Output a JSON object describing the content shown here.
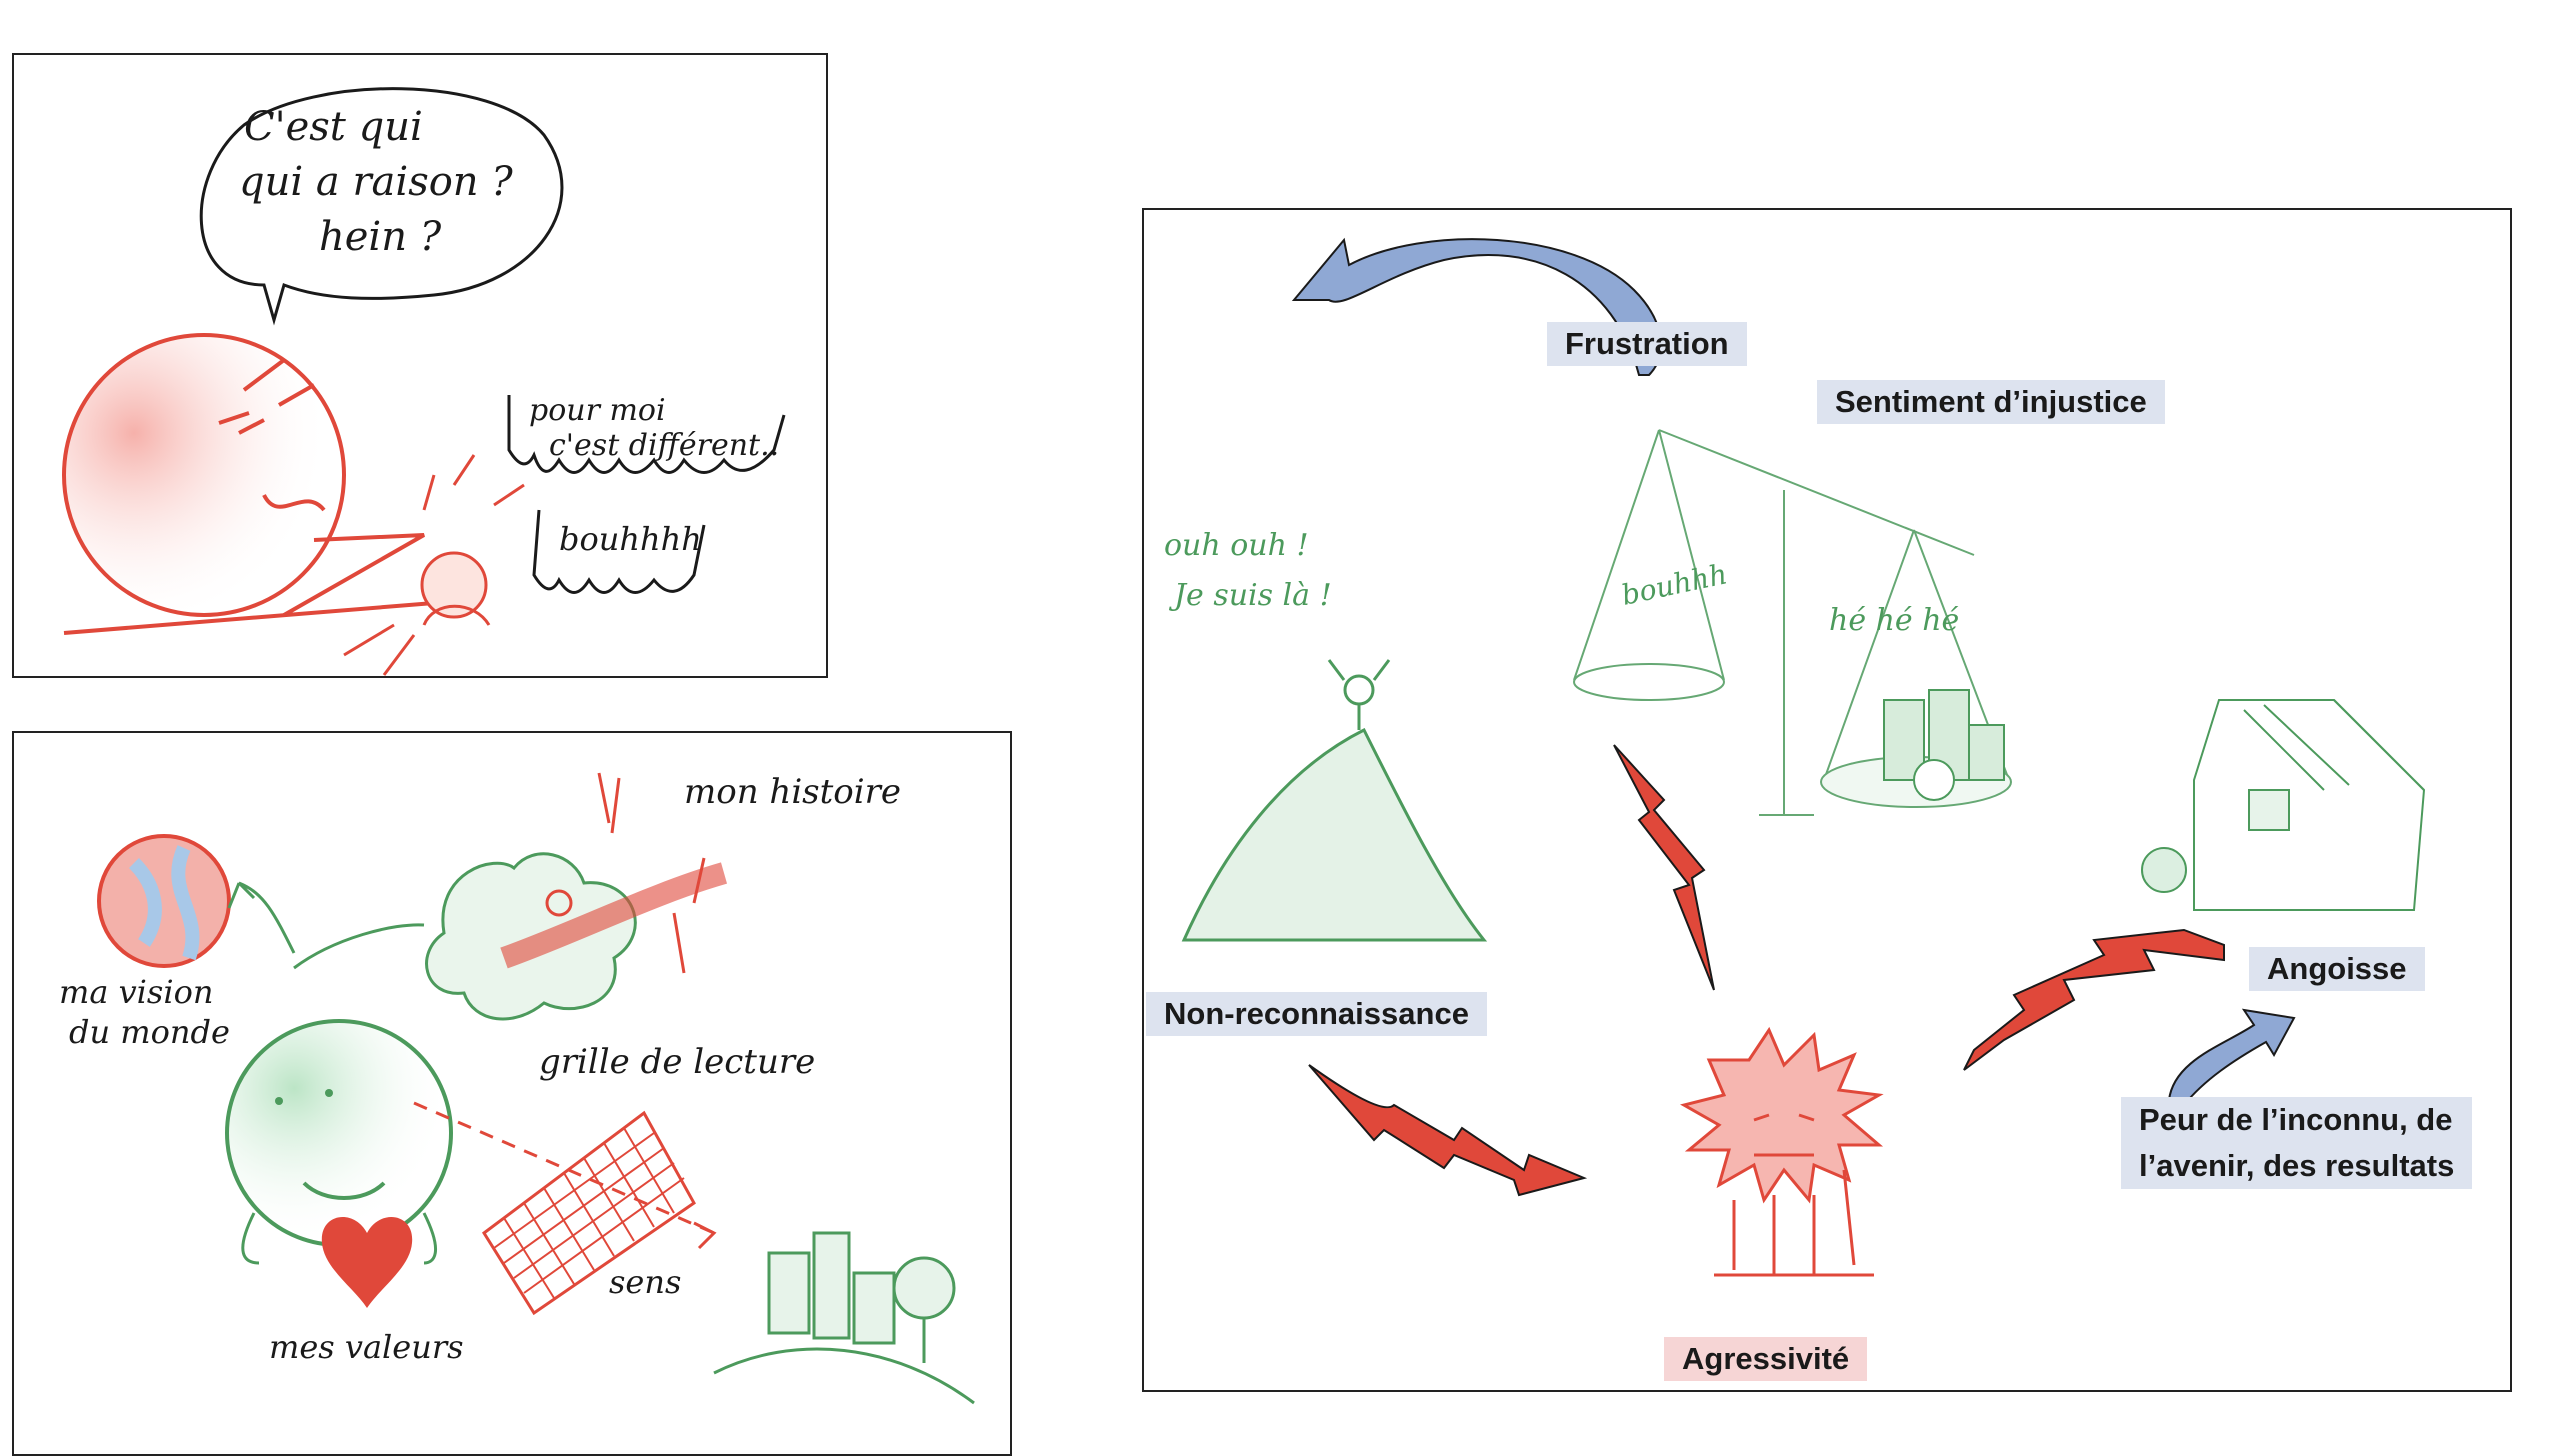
{
  "panel_a": {
    "speech_main": [
      "C'est qui",
      "qui a raison ?",
      "hein ?"
    ],
    "speech_small_1": [
      "pour moi",
      "c'est différent.."
    ],
    "speech_small_2": "bouhhhh"
  },
  "panel_b": {
    "label_vision": [
      "ma vision",
      "du monde"
    ],
    "label_histoire": "mon histoire",
    "label_grille": "grille de lecture",
    "label_sens": "sens",
    "label_valeurs": "mes valeurs"
  },
  "panel_c": {
    "frustration": "Frustration",
    "injustice": "Sentiment d’injustice",
    "non_reconnaissance": "Non-reconnaissance",
    "angoisse": "Angoisse",
    "peur": [
      "Peur de l’inconnu, de",
      "l’avenir, des resultats"
    ],
    "agressivite": "Agressivité",
    "hand_oh": [
      "ouh ouh !",
      "Je suis là !"
    ],
    "hand_bouhh": "bouhhh",
    "hand_hehe": "hé hé hé"
  },
  "colors": {
    "red": "#e0483a",
    "green": "#4c9a5c",
    "blue": "#8fa8d4",
    "label_blue": "#dde3ef",
    "label_pink": "#f6d5d5"
  }
}
